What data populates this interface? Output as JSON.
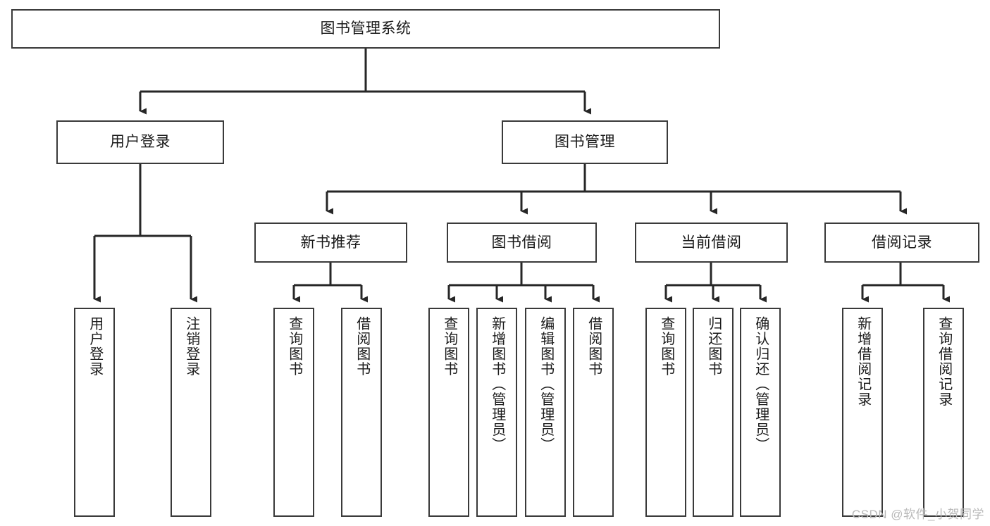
{
  "diagram": {
    "title": "图书管理系统",
    "watermark": "CSDN @软件_小贺同学",
    "colors": {
      "box_border": "#3a3a3a",
      "box_fill": "#ffffff",
      "connector": "#262626",
      "text": "#1a1a1a",
      "watermark": "#b9b9b9",
      "background": "#ffffff"
    },
    "root": {
      "label": "图书管理系统"
    },
    "level2": [
      {
        "label": "用户登录"
      },
      {
        "label": "图书管理"
      }
    ],
    "level3": [
      {
        "label": "新书推荐"
      },
      {
        "label": "图书借阅"
      },
      {
        "label": "当前借阅"
      },
      {
        "label": "借阅记录"
      }
    ],
    "leaves": {
      "user_login": [
        {
          "label": "用户登录"
        },
        {
          "label": "注销登录"
        }
      ],
      "new_book_recommend": [
        {
          "label": "查询图书"
        },
        {
          "label": "借阅图书"
        }
      ],
      "book_borrow": [
        {
          "label": "查询图书"
        },
        {
          "label": "新增图书（管理员）"
        },
        {
          "label": "编辑图书（管理员）"
        },
        {
          "label": "借阅图书"
        }
      ],
      "current_borrow": [
        {
          "label": "查询图书"
        },
        {
          "label": "归还图书"
        },
        {
          "label": "确认归还（管理员）"
        }
      ],
      "borrow_record": [
        {
          "label": "新增借阅记录"
        },
        {
          "label": "查询借阅记录"
        }
      ]
    }
  }
}
